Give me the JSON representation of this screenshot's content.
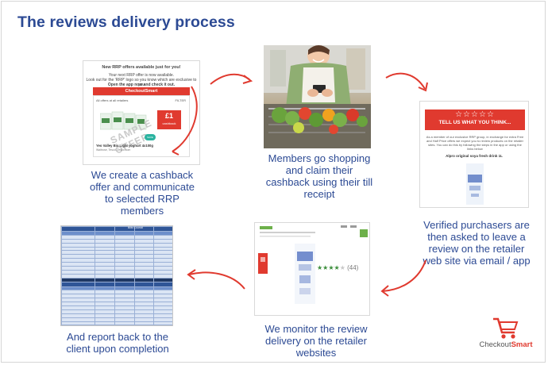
{
  "title": "The reviews delivery process",
  "colors": {
    "title": "#2c4a94",
    "caption": "#2c4a94",
    "arrow": "#e03a2f",
    "brand_red": "#e03a2f"
  },
  "steps": [
    {
      "caption": "We create a cashback offer and communicate to selected RRP members",
      "lines": [
        "We create a cashback",
        "offer and communicate",
        "to selected RRP",
        "members"
      ]
    },
    {
      "caption": "Members go shopping and claim their cashback using their till receipt",
      "lines": [
        "Members go shopping",
        "and claim their",
        "cashback using their till",
        "receipt"
      ]
    },
    {
      "caption": "Verified purchasers are then asked to leave a review on the retailer web site via email / app",
      "lines": [
        "Verified purchasers are",
        "then asked to leave a",
        "review on the retailer",
        "web site via email / app"
      ]
    },
    {
      "caption": "We monitor the review delivery on the retailer websites",
      "lines": [
        "We monitor the review",
        "delivery on the retailer",
        "websites"
      ]
    },
    {
      "caption": "And report back to the client upon completion",
      "lines": [
        "And report back to the",
        "client upon completion"
      ]
    }
  ],
  "offer_email": {
    "heading": "New RRP offers available just for you!",
    "line1": "Your next RRP offer is now available.",
    "line2": "Look out for the 'RRP' logo so you know which are exclusive to you",
    "line3": "Open the app now and check it out.",
    "brand": "CheckoutSmart",
    "card_header_left": "All offers at all retailers",
    "card_header_right": "FILTER",
    "price": "£1",
    "price_sub": "cashback",
    "save_label": "SAVE",
    "stamp": "SAMPLE OFFER",
    "product": "Yeo Valley Bio Light yoghurt 4x100g",
    "retailers": "Waitrose, Tesco, Tesco.com"
  },
  "review_request": {
    "stars": "☆☆☆☆☆",
    "heading": "TELL US WHAT YOU THINK...",
    "body": "As a member of our exclusive RRP group, in exchange for extra Free and Half Price offers we expect you to review products on the retailer sites. You can do this by following the steps in the app or using the links below",
    "product": "Alpro original soya fresh drink 1L"
  },
  "retailer_page": {
    "rating_count": "(44)",
    "stars_value": 4
  },
  "report": {
    "title": "Bills Council",
    "columns": [
      "Brand",
      "Week",
      "Weekdays",
      "Weekends",
      "Total"
    ]
  },
  "logo": {
    "part1": "Checkout",
    "part2": "Smart"
  }
}
